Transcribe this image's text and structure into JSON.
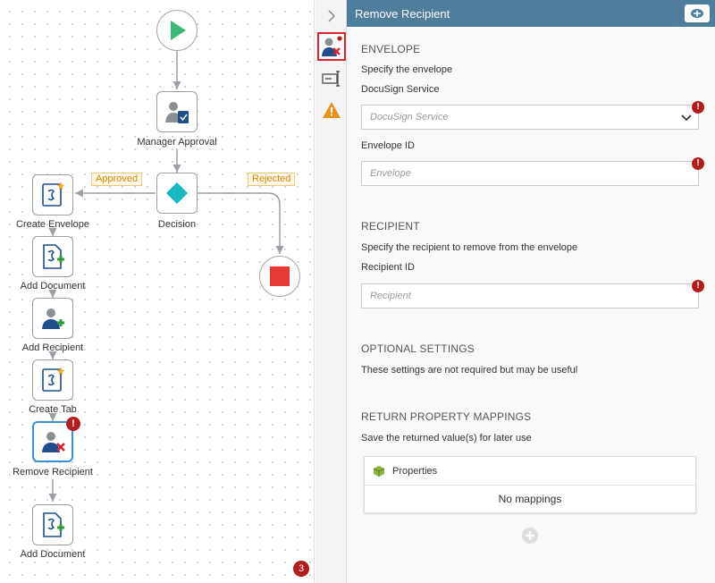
{
  "workflow": {
    "nodes": {
      "manager_approval": "Manager Approval",
      "decision": "Decision",
      "create_envelope": "Create Envelope",
      "add_document_1": "Add Document",
      "add_recipient": "Add Recipient",
      "create_tab": "Create Tab",
      "remove_recipient": "Remove Recipient",
      "add_document_2": "Add Document"
    },
    "edge_labels": {
      "approved": "Approved",
      "rejected": "Rejected"
    },
    "error_marker": "!",
    "issue_count": "3"
  },
  "panel": {
    "title": "Remove Recipient",
    "envelope": {
      "title": "ENVELOPE",
      "hint": "Specify the envelope",
      "service_label": "DocuSign Service",
      "service_placeholder": "DocuSign Service",
      "envelope_id_label": "Envelope ID",
      "envelope_id_placeholder": "Envelope"
    },
    "recipient": {
      "title": "RECIPIENT",
      "hint": "Specify the recipient to remove from the envelope",
      "recipient_id_label": "Recipient ID",
      "recipient_id_placeholder": "Recipient"
    },
    "optional": {
      "title": "OPTIONAL SETTINGS",
      "hint": "These settings are not required but may be useful"
    },
    "return_mappings": {
      "title": "RETURN PROPERTY MAPPINGS",
      "hint": "Save the returned value(s) for later use",
      "properties_label": "Properties",
      "empty_text": "No mappings"
    },
    "required_marker": "!"
  },
  "icons": {
    "start": "play-icon",
    "end": "stop-icon",
    "collapse": "chevron-right-icon",
    "pin": "pin-icon"
  },
  "colors": {
    "header": "#4f7d9c",
    "start": "#3cb878",
    "end": "#e53935",
    "decision": "#17b8c4",
    "error": "#b11d1d",
    "selected": "#3b8fd6"
  }
}
